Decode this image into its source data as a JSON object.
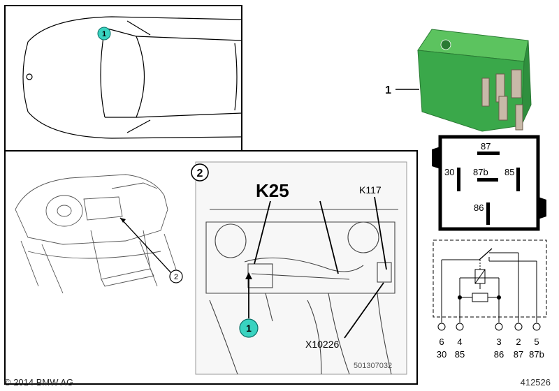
{
  "callouts": {
    "top_view_marker": "1",
    "part_marker": "1",
    "detail_marker": "1",
    "overview_marker": "2",
    "detail_view_number": "2"
  },
  "component_labels": {
    "relay": "K25",
    "secondary_relay": "K117",
    "connector": "X10226",
    "detail_ref": "501307032"
  },
  "relay_pinout": {
    "pins": [
      "87",
      "30",
      "87b",
      "85",
      "86"
    ]
  },
  "schematic": {
    "pin_numbers": [
      "6",
      "4",
      "3",
      "2",
      "5"
    ],
    "terminal_numbers": [
      "30",
      "85",
      "86",
      "87",
      "87b"
    ]
  },
  "footer": {
    "copyright": "© 2014 BMW AG",
    "diagram_id": "412526"
  },
  "colors": {
    "relay_green": "#3aa84a",
    "callout_cyan": "#39d3c0"
  }
}
